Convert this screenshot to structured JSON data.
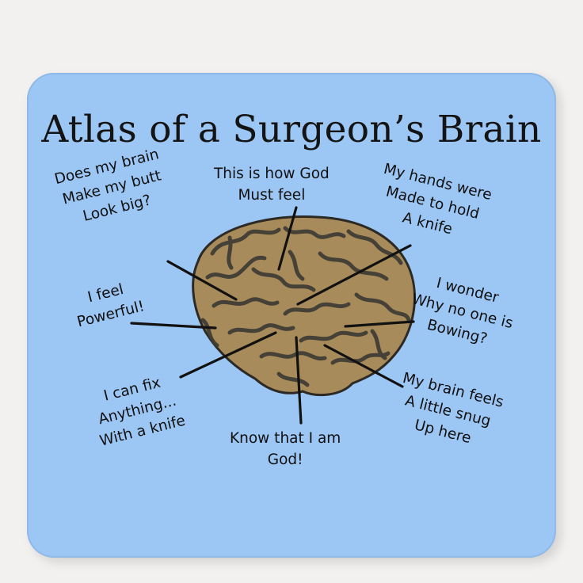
{
  "title": "Atlas of a Surgeon’s Brain",
  "labels": {
    "butt": [
      "Does my brain",
      "Make my butt",
      "Look big?"
    ],
    "god_feel": [
      "This is how God",
      "Must feel"
    ],
    "hands": [
      "My hands were",
      "Made to hold",
      "A knife"
    ],
    "powerful": [
      "I feel",
      "Powerful!"
    ],
    "bowing": [
      "I wonder",
      "Why no one is",
      "Bowing?"
    ],
    "fix": [
      "I can fix",
      "Anything...",
      "With a knife"
    ],
    "know_god": [
      "Know that I am",
      "God!"
    ],
    "snug": [
      "My brain feels",
      "A little snug",
      "Up here"
    ]
  },
  "colors": {
    "pad": "#9cc6f3",
    "brain": "#a88b5a",
    "brain_folds": "#3c3a34",
    "text": "#101010"
  }
}
